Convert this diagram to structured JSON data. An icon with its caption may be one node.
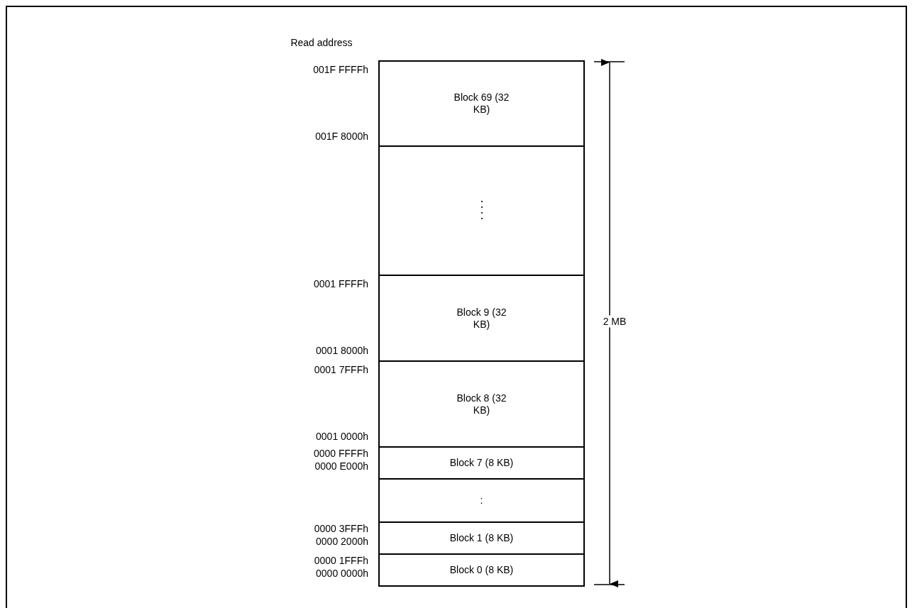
{
  "diagram": {
    "nodes": [
      {
        "text": [
          "Block 69 (32 KB)"
        ]
      },
      {
        "text": [],
        "shape": "box"
      },
      {
        "text": [
          "Block 9 (32 KB)"
        ]
      },
      {
        "text": [
          "Block 8 (32 KB)"
        ]
      },
      {
        "text": [
          "Block 7 (8 KB)"
        ]
      },
      {
        "text": [
          ":"
        ]
      },
      {
        "text": [
          "Block 1 (8 KB)"
        ]
      },
      {
        "text": [
          "Block 0 (8 KB)"
        ]
      }
    ],
    "edges": [],
    "labels": [
      "Read address",
      "001F FFFFh",
      "001F 8000h",
      "0001 FFFFh",
      "2 MB",
      "0001 8000h",
      "0001 7FFFh",
      "0001 0000h",
      "0000 FFFFh",
      "0000 E000h",
      "0000 3FFFh",
      "0000 2000h",
      "0000 1FFFh",
      "0000 0000h"
    ]
  }
}
